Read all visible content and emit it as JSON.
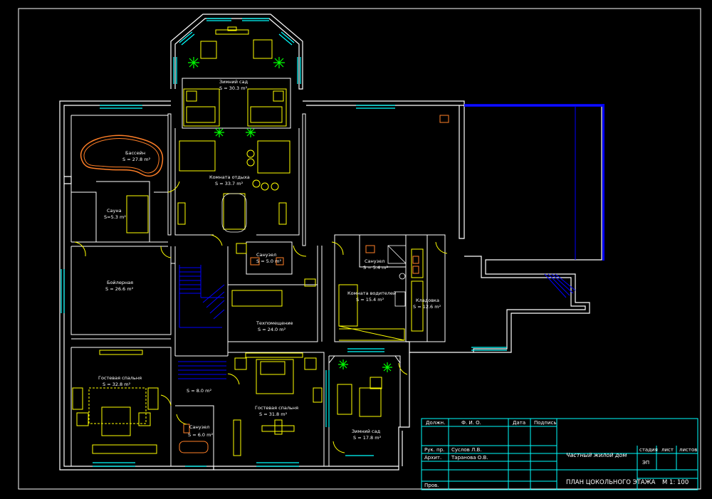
{
  "colors": {
    "background": "#000000",
    "walls": "#ffffff",
    "frame": "#ffffff",
    "furniture": "#ffff00",
    "windows": "#00ffff",
    "stairs": "#0000ff",
    "plants": "#00ff00",
    "bathtub": "#ff7f27",
    "door_marks": "#ffff00"
  },
  "rooms": [
    {
      "id": "winter-garden-top",
      "name": "Зимний сад",
      "area": "S = 30.3 m²",
      "icon": "palm-icon"
    },
    {
      "id": "pool",
      "name": "Бассейн",
      "area": "S = 27.8 m²",
      "icon": "pool-outline"
    },
    {
      "id": "lounge",
      "name": "Комната отдыха",
      "area": "S = 33.7 m²",
      "icon": "sofa-icon"
    },
    {
      "id": "sauna",
      "name": "Сауна",
      "area": "S=5.3 m²",
      "icon": "bench-icon"
    },
    {
      "id": "boiler",
      "name": "Бойлерная",
      "area": "S = 26.6 m²",
      "icon": "boiler-icon"
    },
    {
      "id": "bathroom-1",
      "name": "Санузел",
      "area": "S = 5.0 m²",
      "icon": "toilet-icon"
    },
    {
      "id": "tech",
      "name": "Техпомещение",
      "area": "S = 24.0 m²",
      "icon": "cabinet-icon"
    },
    {
      "id": "bathroom-2",
      "name": "Санузел",
      "area": "S = 5.4 m²",
      "icon": "toilet-icon"
    },
    {
      "id": "driver-room",
      "name": "Комната водителей",
      "area": "S = 15.4 m²",
      "icon": "bed-icon"
    },
    {
      "id": "pantry",
      "name": "Кладовка",
      "area": "S = 12.6 m²",
      "icon": "shelf-icon"
    },
    {
      "id": "guest-bedroom-left",
      "name": "Гостевая спальня",
      "area": "S = 32.8 m²",
      "icon": "bed-icon"
    },
    {
      "id": "hall",
      "name": "",
      "area": "S = 8.0 m²",
      "icon": "stairs-icon"
    },
    {
      "id": "bathroom-3",
      "name": "Санузел",
      "area": "S = 6.0 m²",
      "icon": "bathtub-icon"
    },
    {
      "id": "guest-bedroom-center",
      "name": "Гостевая спальня",
      "area": "S = 31.8 m²",
      "icon": "bed-icon"
    },
    {
      "id": "winter-garden-bottom",
      "name": "Зимний сад",
      "area": "S = 17.8 m²",
      "icon": "palm-icon"
    }
  ],
  "title_block": {
    "head_role": "Должн.",
    "head_name": "Ф. И. О.",
    "head_date": "Дата",
    "head_sign": "Подпись",
    "row1_role": "Рук. пр.",
    "row1_name": "Суслов Л.В.",
    "row2_role": "Архит.",
    "row2_name": "Тарановa О.В.",
    "row3_role": "Пров.",
    "project": "Частный жилой дом",
    "col_stage": "стадия",
    "col_sheet": "лист",
    "col_sheets": "листов",
    "stage_value": "ЭП",
    "drawing_title": "ПЛАН ЦОКОЛЬНОГО ЭТАЖА",
    "scale": "М 1: 100"
  }
}
